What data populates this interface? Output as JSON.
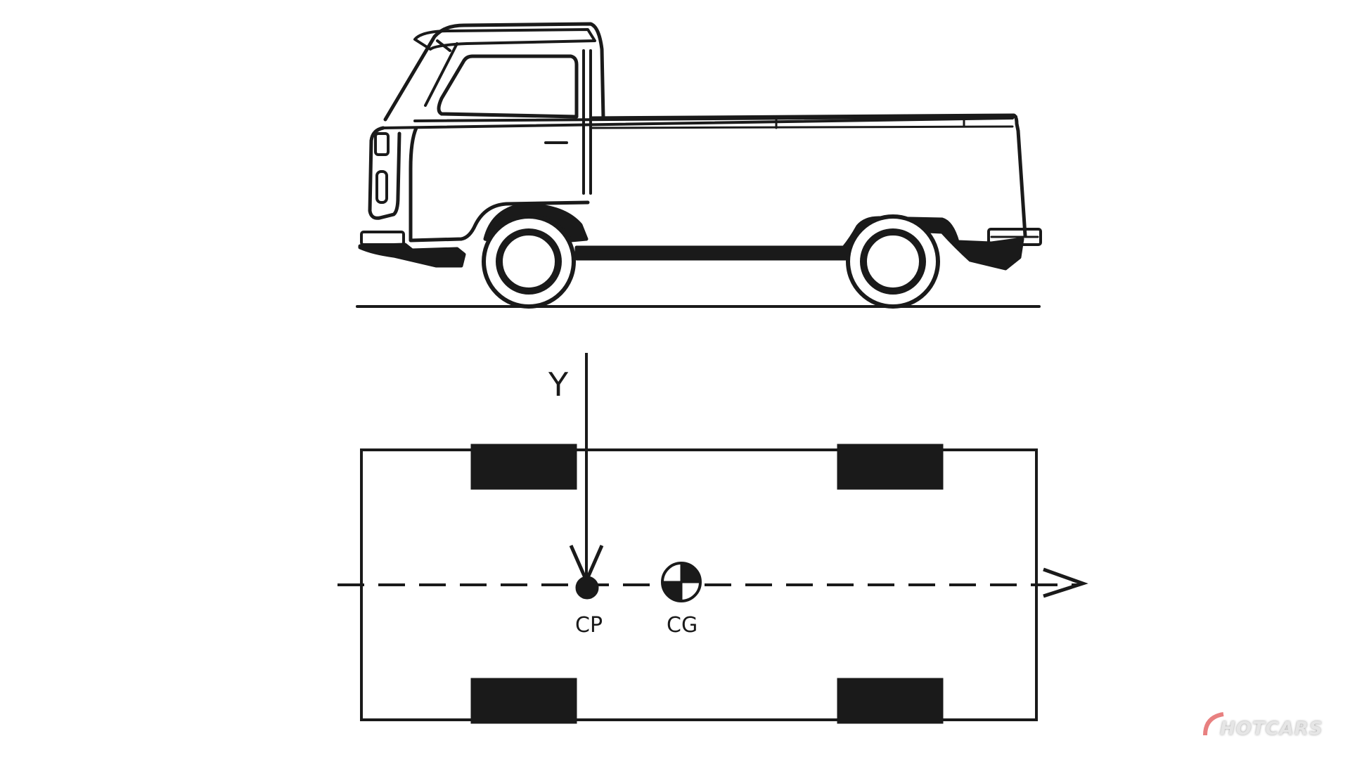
{
  "diagram": {
    "type": "vehicle-dynamics",
    "side_view": {
      "subject": "pickup-truck-side-profile",
      "ground_line": true
    },
    "top_view": {
      "body_outline": "rectangle",
      "wheels": [
        "front-left",
        "rear-left",
        "front-right",
        "rear-right"
      ],
      "axis_label": "Y",
      "centerline": "dashed-with-forward-arrow",
      "points": [
        {
          "id": "cp",
          "label": "CP",
          "symbol": "filled-circle"
        },
        {
          "id": "cg",
          "label": "CG",
          "symbol": "quartered-circle"
        }
      ]
    },
    "colors": {
      "ink": "#1a1a1a",
      "background": "#ffffff",
      "watermark_accent": "#e06060"
    }
  },
  "watermark": {
    "text": "HOTCARS"
  }
}
